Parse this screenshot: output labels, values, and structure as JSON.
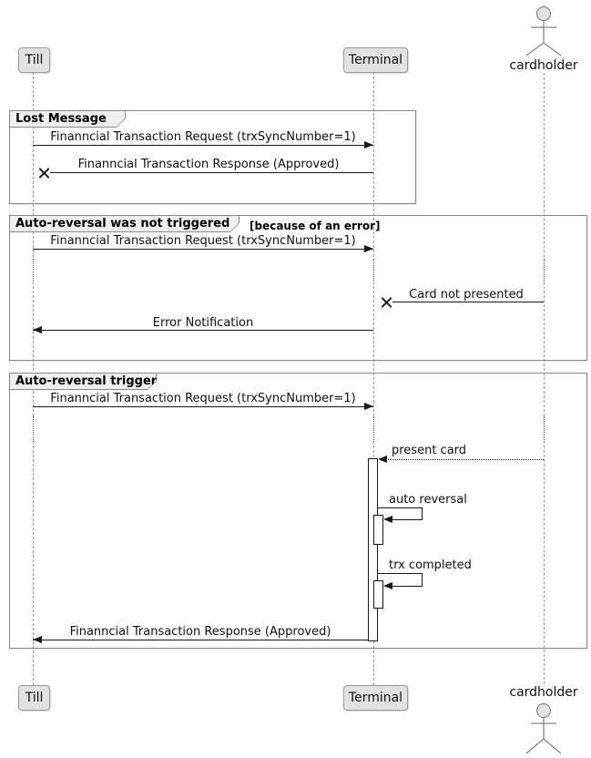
{
  "diagram_type": "uml-sequence-diagram",
  "participants": {
    "till": {
      "label": "Till",
      "type": "participant"
    },
    "terminal": {
      "label": "Terminal",
      "type": "participant"
    },
    "cardholder": {
      "label": "cardholder",
      "type": "actor"
    }
  },
  "frames": [
    {
      "title": "Lost Message",
      "condition": ""
    },
    {
      "title": "Auto-reversal was not triggered",
      "condition": "[because of an error]"
    },
    {
      "title": "Auto-reversal triggered",
      "condition": ""
    }
  ],
  "messages": {
    "m1": {
      "label": "Finanncial Transaction Request (trxSyncNumber=1)",
      "from": "Till",
      "to": "Terminal",
      "style": "solid-arrow"
    },
    "m2": {
      "label": "Finanncial Transaction Response (Approved)",
      "from": "Terminal",
      "to": "Till",
      "style": "lost-message"
    },
    "m3": {
      "label": "Finanncial Transaction Request (trxSyncNumber=1)",
      "from": "Till",
      "to": "Terminal",
      "style": "solid-arrow"
    },
    "m4": {
      "label": "Card not presented",
      "from": "cardholder",
      "to": "Terminal",
      "style": "lost-message"
    },
    "m5": {
      "label": "Error Notification",
      "from": "Terminal",
      "to": "Till",
      "style": "solid-arrow"
    },
    "m6": {
      "label": "Finanncial Transaction Request (trxSyncNumber=1)",
      "from": "Till",
      "to": "Terminal",
      "style": "solid-arrow"
    },
    "m7": {
      "label": "present card",
      "from": "cardholder",
      "to": "Terminal",
      "style": "dotted-arrow"
    },
    "m8": {
      "label": "auto reversal",
      "from": "Terminal",
      "to": "Terminal",
      "style": "self-message"
    },
    "m9": {
      "label": "trx completed",
      "from": "Terminal",
      "to": "Terminal",
      "style": "self-message"
    },
    "m10": {
      "label": "Finanncial Transaction Response (Approved)",
      "from": "Terminal",
      "to": "Till",
      "style": "solid-arrow"
    }
  },
  "colors": {
    "participant_fill": "#e2e2e2",
    "participant_border": "#9a9a9a",
    "frame_border": "#8a8a8a",
    "frame_header_fill": "#efefef",
    "lifeline": "#9a9a9a",
    "message_line": "#181818",
    "activation_fill": "#ffffff",
    "background": "#ffffff"
  }
}
